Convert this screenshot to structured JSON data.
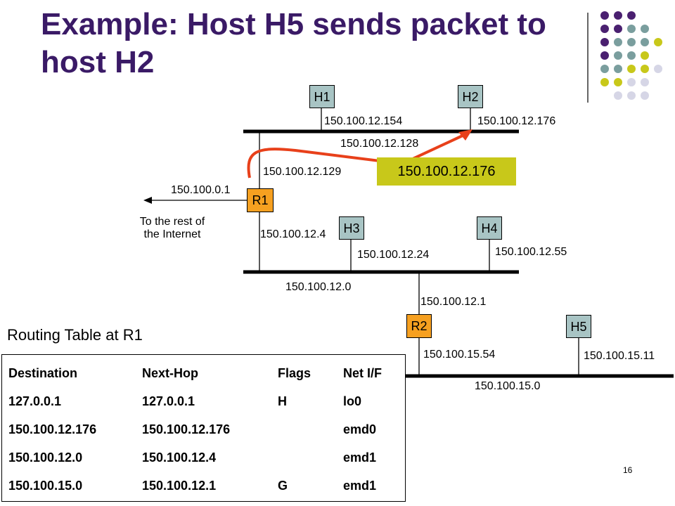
{
  "title": "Example:  Host H5 sends packet to host H2",
  "colors": {
    "title": "#3a1a66",
    "host_fill": "#a8c4c4",
    "router_fill": "#f6a020",
    "highlight": "#c8c81a",
    "arrow": "#e8401a",
    "deco_purple": "#4a2070",
    "deco_teal": "#7a9e9e",
    "deco_yellow": "#c8c81a",
    "deco_lavender": "#d6d6e6"
  },
  "nodes": {
    "h1": "H1",
    "h2": "H2",
    "h3": "H3",
    "h4": "H4",
    "h5": "H5",
    "r1": "R1",
    "r2": "R2"
  },
  "addresses": {
    "h1": "150.100.12.154",
    "h2": "150.100.12.176",
    "net_top": "150.100.12.128",
    "r1_top": "150.100.12.129",
    "r1_ext": "150.100.0.1",
    "r1_bottom": "150.100.12.4",
    "h3": "150.100.12.24",
    "h4": "150.100.12.55",
    "net_mid": "150.100.12.0",
    "r2_top": "150.100.12.1",
    "r2_bottom": "150.100.15.54",
    "h5": "150.100.15.11",
    "net_bottom": "150.100.15.0"
  },
  "packet_dest": "150.100.12.176",
  "internet_label_1": "To the rest of",
  "internet_label_2": "the Internet",
  "routing_table": {
    "title": "Routing Table at R1",
    "headers": [
      "Destination",
      "Next-Hop",
      "Flags",
      "Net I/F"
    ],
    "rows": [
      [
        "127.0.0.1",
        "127.0.0.1",
        "H",
        "lo0"
      ],
      [
        "150.100.12.176",
        "150.100.12.176",
        "",
        "emd0"
      ],
      [
        "150.100.12.0",
        "150.100.12.4",
        "",
        "emd1"
      ],
      [
        "150.100.15.0",
        "150.100.12.1",
        "G",
        "emd1"
      ]
    ]
  },
  "page_number": "16"
}
